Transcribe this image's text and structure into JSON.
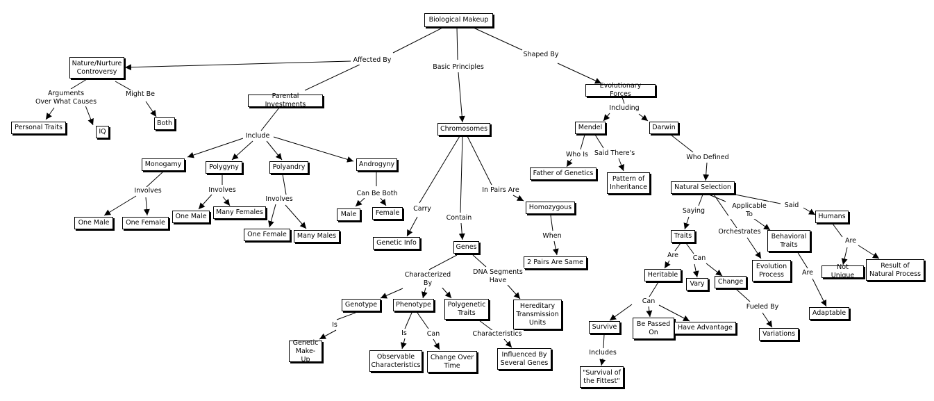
{
  "nodes": {
    "biological_makeup": "Biological Makeup",
    "nature_nurture": "Nature/Nurture\nControversy",
    "parental_investments": "Parental Investments",
    "chromosomes": "Chromosomes",
    "evolutionary_forces": "Evolutionary Forces",
    "personal_traits": "Personal Traits",
    "iq": "IQ",
    "both": "Both",
    "monogamy": "Monogamy",
    "polygyny": "Polygyny",
    "polyandry": "Polyandry",
    "androgyny": "Androgyny",
    "one_male_1": "One Male",
    "one_female_1": "One Female",
    "one_male_2": "One Male",
    "many_females": "Many Females",
    "one_female_2": "One Female",
    "many_males": "Many Males",
    "male": "Male",
    "female": "Female",
    "genetic_info": "Genetic Info",
    "genes": "Genes",
    "homozygous": "Homozygous",
    "two_pairs_same": "2 Pairs Are Same",
    "genotype": "Genotype",
    "phenotype": "Phenotype",
    "polygenetic_traits": "Polygenetic\nTraits",
    "hereditary_units": "Hereditary\nTransmission\nUnits",
    "genetic_makeup": "Genetic\nMake-Up",
    "observable_characteristics": "Observable\nCharacteristics",
    "change_over_time": "Change Over\nTime",
    "influenced_by_several": "Influenced By\nSeveral Genes",
    "mendel": "Mendel",
    "darwin": "Darwin",
    "father_of_genetics": "Father of Genetics",
    "pattern_of_inheritance": "Pattern of\nInheritance",
    "natural_selection": "Natural Selection",
    "traits": "Traits",
    "heritable": "Heritable",
    "vary": "Vary",
    "change": "Change",
    "survive": "Survive",
    "be_passed_on": "Be Passed\nOn",
    "have_advantage": "Have Advantage",
    "survival_of_fittest": "\"Survival of\nthe Fittest\"",
    "variations": "Variations",
    "evolution_process": "Evolution\nProcess",
    "behavioral_traits": "Behavioral\nTraits",
    "adaptable": "Adaptable",
    "humans": "Humans",
    "not_unique": "Not Unique",
    "result_natural_process": "Result of\nNatural Process"
  },
  "labels": {
    "affected_by": "Affected By",
    "basic_principles": "Basic Principles",
    "shaped_by": "Shaped By",
    "arguments_over": "Arguments\nOver What Causes",
    "might_be": "Might Be",
    "include": "Include",
    "involves_1": "Involves",
    "involves_2": "Involves",
    "involves_3": "Involves",
    "can_be_both": "Can Be Both",
    "carry": "Carry",
    "contain": "Contain",
    "in_pairs_are": "In Pairs Are",
    "when": "When",
    "characterized_by": "Characterized\nBy",
    "dna_segments_have": "DNA Segments\nHave",
    "is_1": "Is",
    "is_2": "Is",
    "can_1": "Can",
    "characteristics": "Characteristics",
    "including": "Including",
    "who_is": "Who Is",
    "said_theres": "Said There's",
    "who_defined": "Who Defined",
    "saying": "Saying",
    "applicable_to": "Applicable\nTo",
    "said": "Said",
    "orchestrates": "Orchestrates",
    "are_1": "Are",
    "can_2": "Can",
    "can_3": "Can",
    "fueled_by": "Fueled By",
    "includes": "Includes",
    "are_2": "Are",
    "are_3": "Are"
  }
}
